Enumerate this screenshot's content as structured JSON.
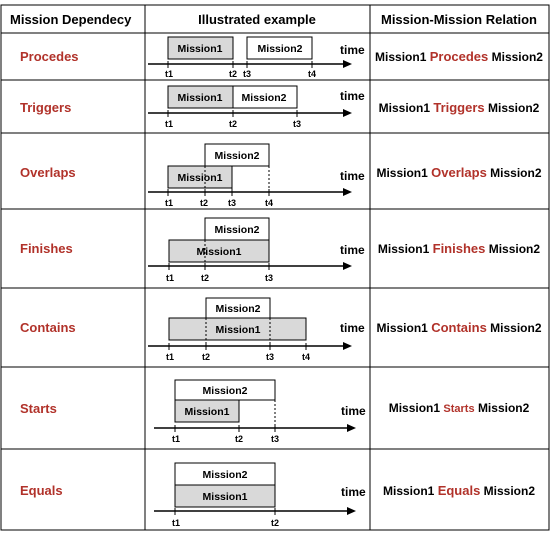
{
  "headers": {
    "dependency": "Mission Dependecy",
    "example": "Illustrated example",
    "relation": "Mission-Mission Relation"
  },
  "time_label": "time",
  "rows": [
    {
      "key": "procedes",
      "dependency": "Procedes",
      "relation": {
        "left": "Mission1",
        "keyword": "Procedes",
        "right": "Mission2"
      },
      "bars": [
        {
          "label": "Mission1",
          "shaded": true
        },
        {
          "label": "Mission2",
          "shaded": false
        }
      ],
      "ticks": [
        "t1",
        "t2",
        "t3",
        "t4"
      ]
    },
    {
      "key": "triggers",
      "dependency": "Triggers",
      "relation": {
        "left": "Mission1",
        "keyword": "Triggers",
        "right": "Mission2"
      },
      "bars": [
        {
          "label": "Mission1",
          "shaded": true
        },
        {
          "label": "Mission2",
          "shaded": false
        }
      ],
      "ticks": [
        "t1",
        "t2",
        "t3"
      ]
    },
    {
      "key": "overlaps",
      "dependency": "Overlaps",
      "relation": {
        "left": "Mission1",
        "keyword": "Overlaps",
        "right": "Mission2"
      },
      "bars": [
        {
          "label": "Mission2",
          "shaded": false
        },
        {
          "label": "Mission1",
          "shaded": true
        }
      ],
      "ticks": [
        "t1",
        "t2",
        "t3",
        "t4"
      ]
    },
    {
      "key": "finishes",
      "dependency": "Finishes",
      "relation": {
        "left": "Mission1",
        "keyword": "Finishes",
        "right": "Mission2"
      },
      "bars": [
        {
          "label": "Mission2",
          "shaded": false
        },
        {
          "label": "Mission1",
          "shaded": true
        }
      ],
      "ticks": [
        "t1",
        "t2",
        "t3"
      ]
    },
    {
      "key": "contains",
      "dependency": "Contains",
      "relation": {
        "left": "Mission1",
        "keyword": "Contains",
        "right": "Mission2"
      },
      "bars": [
        {
          "label": "Mission2",
          "shaded": false
        },
        {
          "label": "Mission1",
          "shaded": true
        }
      ],
      "ticks": [
        "t1",
        "t2",
        "t3",
        "t4"
      ]
    },
    {
      "key": "starts",
      "dependency": "Starts",
      "relation": {
        "left": "Mission1",
        "keyword": "Starts",
        "right": "Mission2"
      },
      "bars": [
        {
          "label": "Mission2",
          "shaded": false
        },
        {
          "label": "Mission1",
          "shaded": true
        }
      ],
      "ticks": [
        "t1",
        "t2",
        "t3"
      ]
    },
    {
      "key": "equals",
      "dependency": "Equals",
      "relation": {
        "left": "Mission1",
        "keyword": "Equals",
        "right": "Mission2"
      },
      "bars": [
        {
          "label": "Mission2",
          "shaded": false
        },
        {
          "label": "Mission1",
          "shaded": true
        }
      ],
      "ticks": [
        "t1",
        "t2"
      ]
    }
  ],
  "colors": {
    "keyword": "#b1322a",
    "shaded_bar": "#d9d9d9",
    "border": "#000000"
  }
}
